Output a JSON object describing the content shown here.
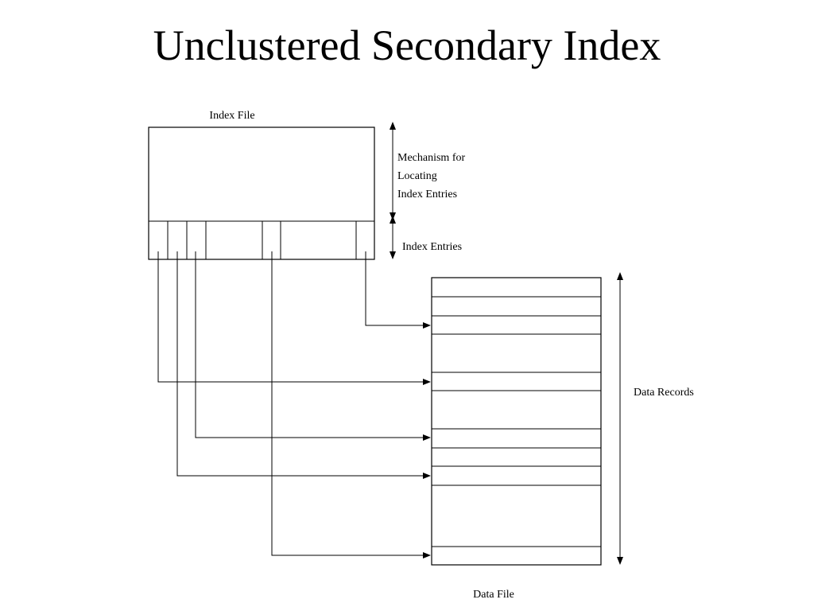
{
  "slide": {
    "title": "Unclustered Secondary Index"
  },
  "diagram": {
    "index_file_label": "Index File",
    "mechanism_label": [
      "Mechanism for",
      "Locating",
      "Index Entries"
    ],
    "index_entries_label": "Index Entries",
    "data_records_label": "Data Records",
    "data_file_label": "Data File"
  }
}
